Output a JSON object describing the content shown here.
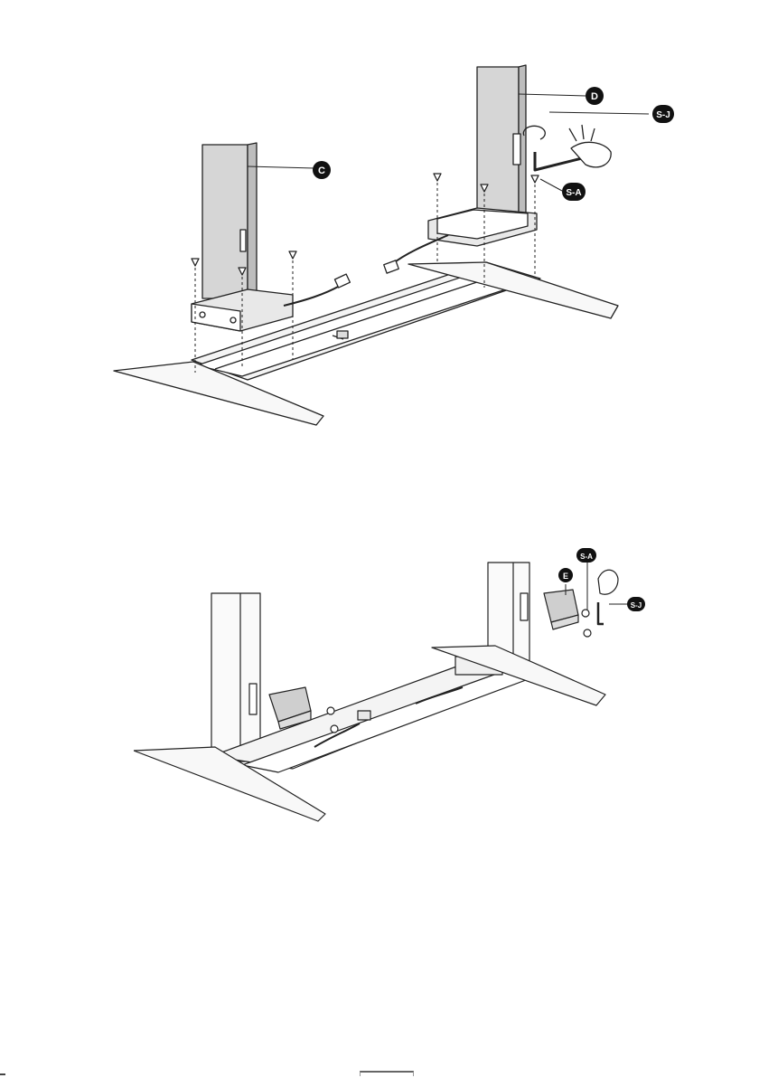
{
  "figures": [
    {
      "callouts": {
        "leg_c": "C",
        "leg_d": "D",
        "screw": "S-A",
        "hex_key": "S-J"
      }
    },
    {
      "callouts": {
        "bracket": "E",
        "screw": "S-A",
        "hex_key": "S-J"
      }
    }
  ]
}
